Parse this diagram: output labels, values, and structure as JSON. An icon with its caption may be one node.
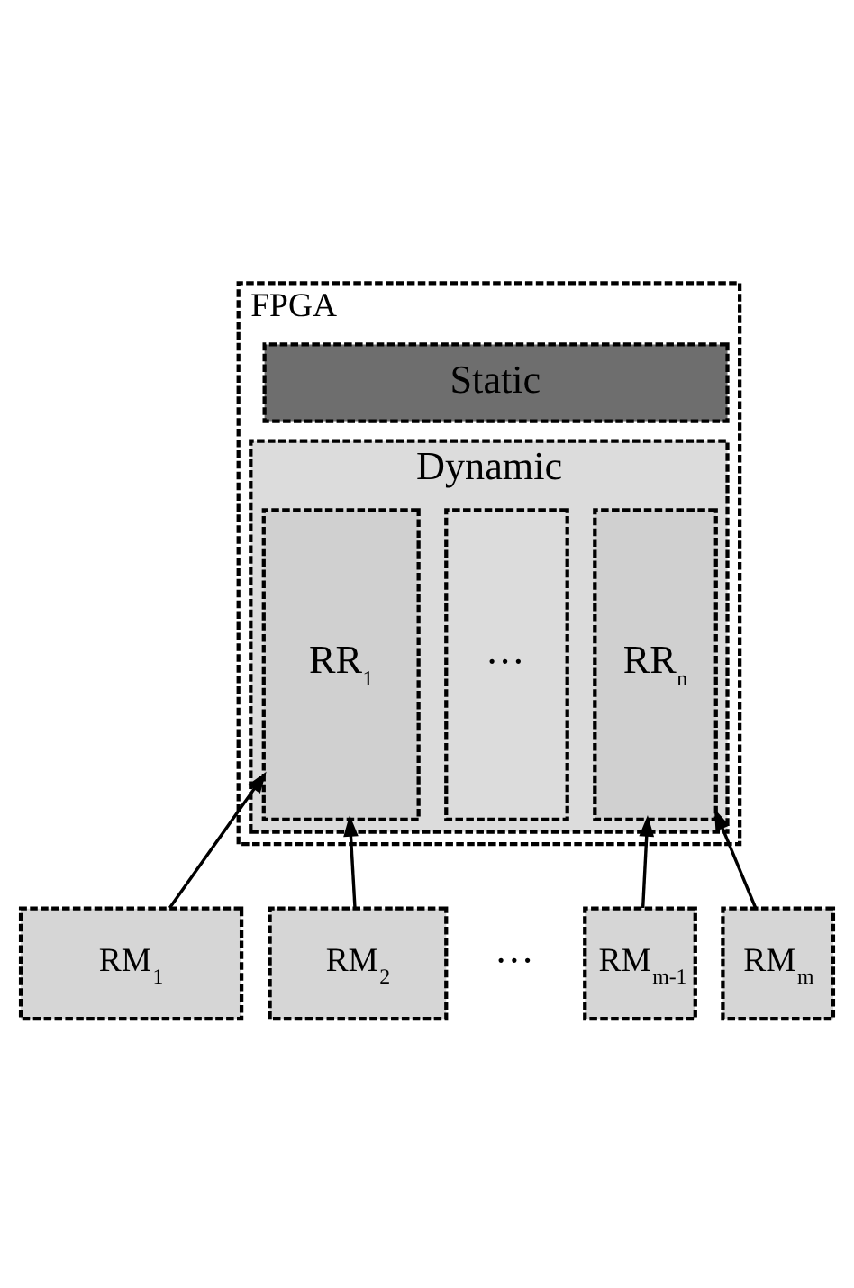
{
  "diagram": {
    "nodes": [
      {
        "text": [
          "FPGA"
        ]
      },
      {
        "text": [
          "Static"
        ],
        "in": 0
      },
      {
        "text": [
          "Dynamic"
        ],
        "in": 0
      },
      {
        "text": [
          "RR$_{1}$"
        ],
        "in": 2
      },
      {
        "text": [
          "···"
        ],
        "in": 2
      },
      {
        "text": [
          "RR$_{n}$"
        ],
        "in": 2
      },
      {
        "text": [
          "RM$_{1}$"
        ]
      },
      {
        "text": [
          "RM$_{2}$"
        ]
      },
      {
        "text": [
          "RM$_{m-1}$"
        ]
      },
      {
        "text": [
          "RM$_{m}$"
        ]
      }
    ],
    "edges": [
      {
        "from": 6,
        "to": 3,
        "arrow": "to"
      },
      {
        "from": 7,
        "to": 3,
        "arrow": "to"
      },
      {
        "from": 8,
        "to": 5,
        "arrow": "to"
      },
      {
        "from": 9,
        "to": 5,
        "arrow": "to"
      }
    ],
    "labels": [
      "···"
    ]
  }
}
